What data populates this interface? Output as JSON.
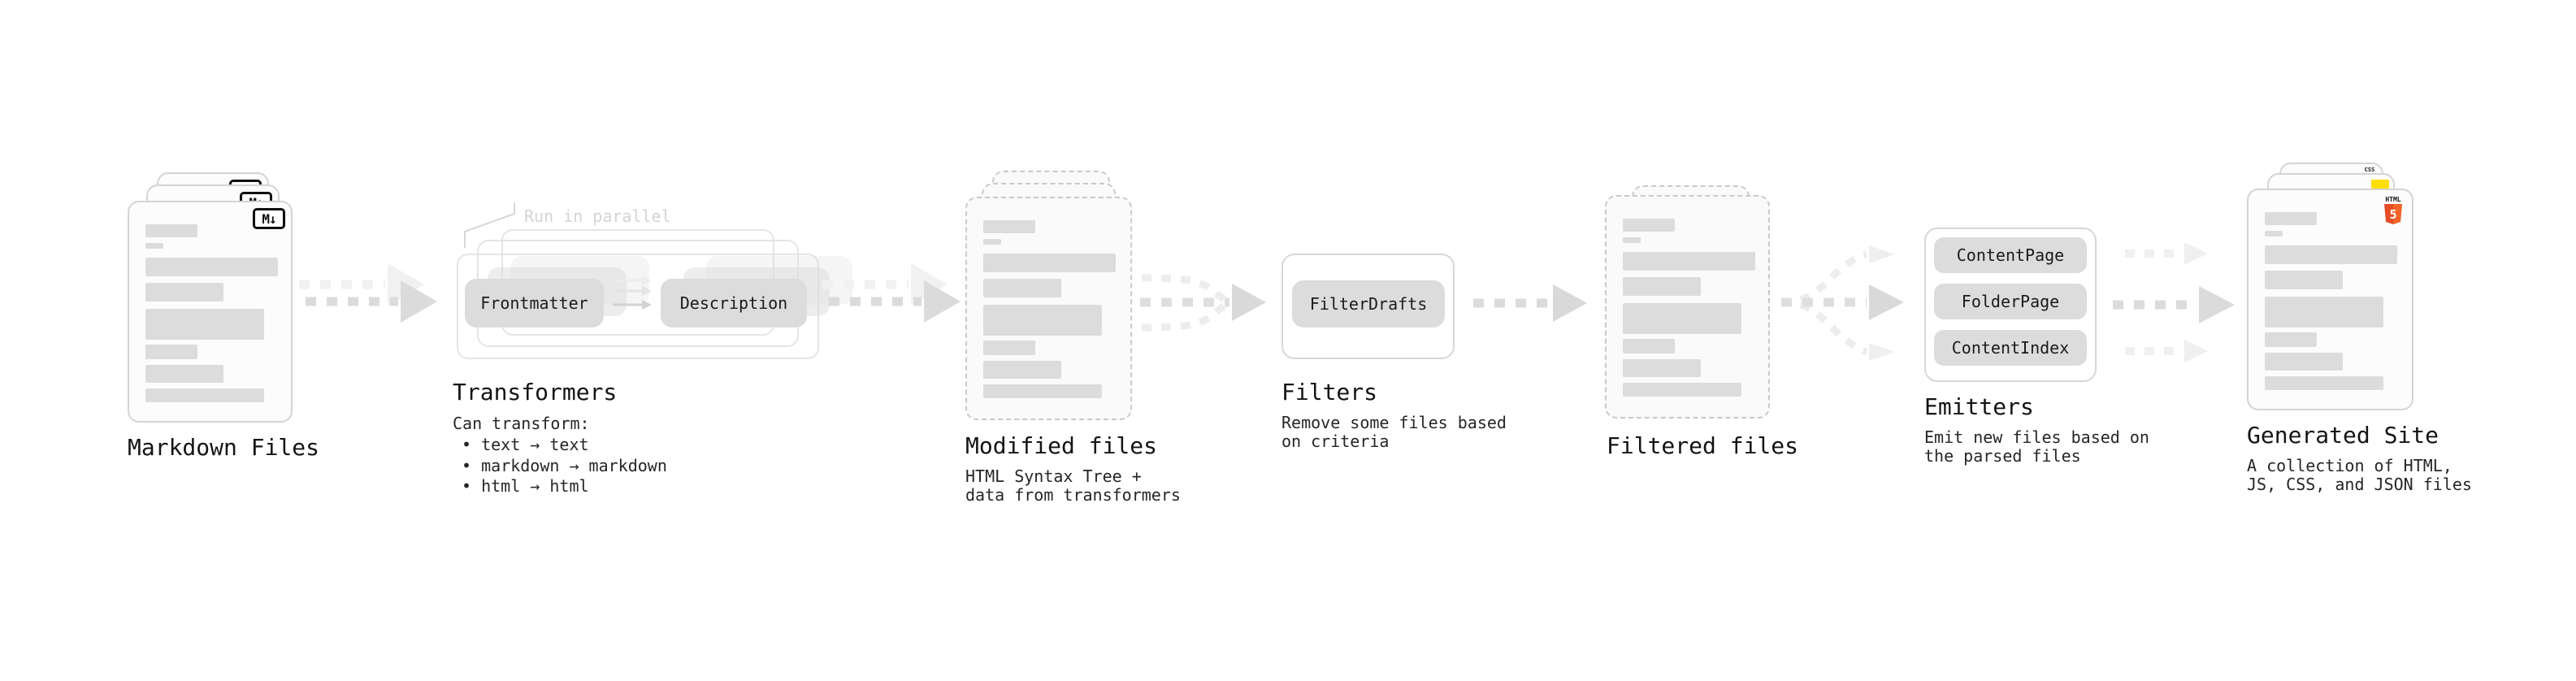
{
  "diagram": {
    "stages": {
      "markdown_files": {
        "label": "Markdown Files",
        "file_badge": "M↓"
      },
      "transformers": {
        "note": "Run in parallel",
        "chips": [
          "Frontmatter",
          "Description"
        ],
        "label": "Transformers",
        "desc_heading": "Can transform:",
        "bullets": [
          "• text → text",
          "• markdown → markdown",
          "• html → html"
        ]
      },
      "modified_files": {
        "label": "Modified files",
        "desc": "HTML Syntax Tree +\ndata from transformers"
      },
      "filters": {
        "chips": [
          "FilterDrafts"
        ],
        "label": "Filters",
        "desc": "Remove some files based\non criteria"
      },
      "filtered_files": {
        "label": "Filtered files"
      },
      "emitters": {
        "chips": [
          "ContentPage",
          "FolderPage",
          "ContentIndex"
        ],
        "label": "Emitters",
        "desc": "Emit new files based on\nthe parsed files"
      },
      "generated_site": {
        "label": "Generated Site",
        "desc": "A collection of HTML,\nJS, CSS, and JSON files",
        "badges": {
          "css": "CSS",
          "html": "HTML",
          "html_number": "5"
        }
      }
    },
    "colors": {
      "html5_orange": "#e44d26",
      "html5_orange_light": "#f16529",
      "css_blue": "#2c63e8",
      "js_yellow": "#ffdf00",
      "chip_gray": "#dcdcdc",
      "arrow_gray": "#dbdbdb"
    }
  }
}
